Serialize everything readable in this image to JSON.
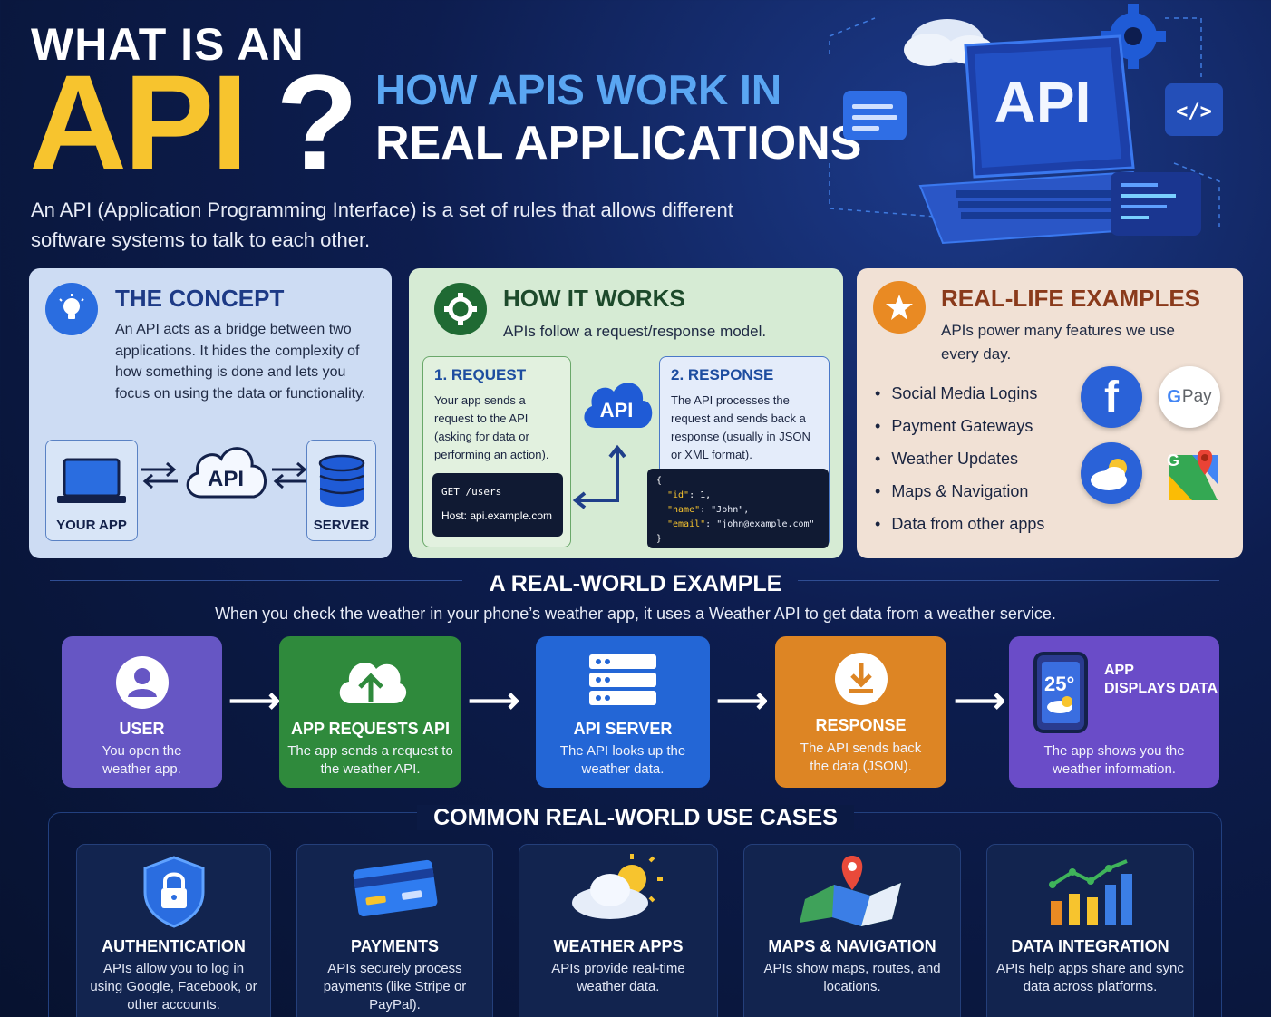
{
  "header": {
    "line1": "WHAT IS AN",
    "api": "API",
    "question": "?",
    "subtitle1": "HOW APIS WORK IN",
    "subtitle2": "REAL APPLICATIONS",
    "intro": "An API (Application Programming Interface) is a set of rules that allows different software systems to talk to each other."
  },
  "illustration": {
    "screen_text": "API",
    "code_tag": "</>"
  },
  "concept": {
    "title": "THE CONCEPT",
    "text": "An API acts as a bridge between two applications. It hides the complexity of how something is done and lets you focus on using the data or functionality.",
    "node_app": "YOUR APP",
    "node_api": "API",
    "node_server": "SERVER"
  },
  "how_it_works": {
    "title": "HOW IT WORKS",
    "subtitle": "APIs follow a request/response model.",
    "request_title": "1. REQUEST",
    "request_text": "Your app sends a request to the API (asking for data or performing an action).",
    "request_code_line1": "GET /users",
    "request_code_line2": "Host: api.example.com",
    "api_label": "API",
    "response_title": "2. RESPONSE",
    "response_text": "The API processes the request and sends back a response (usually in JSON or XML format).",
    "json_open": "{",
    "json_id_key": "\"id\"",
    "json_id_val": ": 1,",
    "json_name_key": "\"name\"",
    "json_name_val": ": \"John\",",
    "json_email_key": "\"email\"",
    "json_email_val": ": \"john@example.com\"",
    "json_close": "}"
  },
  "examples": {
    "title": "REAL-LIFE EXAMPLES",
    "subtitle": "APIs power many features we use every day.",
    "items": [
      "Social Media Logins",
      "Payment Gateways",
      "Weather Updates",
      "Maps & Navigation",
      "Data from other apps"
    ],
    "brand_facebook": "f",
    "brand_gpay_g": "G",
    "brand_gpay": "Pay",
    "brand_maps_g": "G"
  },
  "real_world": {
    "title": "A REAL-WORLD EXAMPLE",
    "subtitle": "When you check the weather in your phone’s weather app, it uses a Weather API to get data from a weather service.",
    "steps": [
      {
        "title": "USER",
        "desc": "You open the weather app.",
        "color": "#6656c4"
      },
      {
        "title": "APP REQUESTS API",
        "desc": "The app sends a request to the weather API.",
        "color": "#2f8a3c"
      },
      {
        "title": "API SERVER",
        "desc": "The API looks up the weather data.",
        "color": "#2366d6"
      },
      {
        "title": "RESPONSE",
        "desc": "The API sends back the data (JSON).",
        "color": "#dd8524"
      },
      {
        "title": "APP\nDISPLAYS DATA",
        "desc": "The app shows you the weather information.",
        "color": "#6a4cc8"
      }
    ],
    "phone_temp": "25°",
    "last_title_line1": "APP",
    "last_title_line2": "DISPLAYS DATA"
  },
  "use_cases": {
    "title": "COMMON REAL-WORLD USE CASES",
    "items": [
      {
        "title": "AUTHENTICATION",
        "desc": "APIs allow you to log in using Google, Facebook, or other accounts."
      },
      {
        "title": "PAYMENTS",
        "desc": "APIs securely process payments (like Stripe or PayPal)."
      },
      {
        "title": "WEATHER APPS",
        "desc": "APIs provide real-time weather data."
      },
      {
        "title": "MAPS & NAVIGATION",
        "desc": "APIs show maps, routes, and locations."
      },
      {
        "title": "DATA INTEGRATION",
        "desc": "APIs help apps share and sync data across platforms."
      }
    ]
  },
  "icons": [
    "cloud-icon",
    "gear-icon",
    "laptop-icon",
    "code-icon",
    "lightbulb-icon",
    "server-icon",
    "star-icon",
    "facebook-icon",
    "google-pay-icon",
    "weather-icon",
    "maps-icon",
    "user-icon",
    "cloud-upload-icon",
    "download-icon",
    "phone-icon",
    "lock-icon",
    "credit-card-icon",
    "chart-icon"
  ]
}
